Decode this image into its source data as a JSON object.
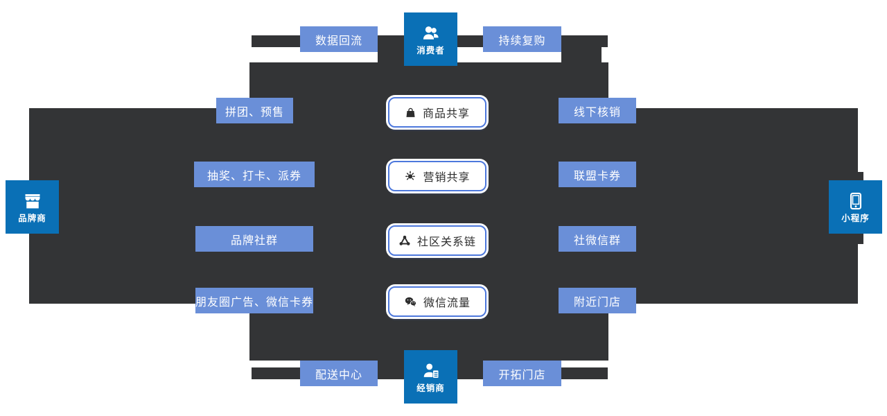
{
  "colors": {
    "node_blue": "#0a70b6",
    "label_blue": "#6a8fd8",
    "connector_dark": "#333436",
    "box_border_blue": "#4d78dc",
    "box_text": "#2d2d2d"
  },
  "nodes": {
    "top": {
      "label": "消费者",
      "icon": "consumers-icon"
    },
    "left": {
      "label": "品牌商",
      "icon": "storefront-icon"
    },
    "right": {
      "label": "小程序",
      "icon": "smartphone-icon"
    },
    "bottom": {
      "label": "经销商",
      "icon": "distributor-icon"
    }
  },
  "flow_labels": {
    "top_left": "数据回流",
    "top_right": "持续复购",
    "bottom_left": "配送中心",
    "bottom_right": "开拓门店"
  },
  "left_labels": [
    "拼团、预售",
    "抽奖、打卡、派券",
    "品牌社群",
    "朋友圈广告、微信卡券"
  ],
  "right_labels": [
    "线下核销",
    "联盟卡券",
    "社微信群",
    "附近门店"
  ],
  "center_boxes": [
    {
      "label": "商品共享",
      "icon": "shopping-bag-icon"
    },
    {
      "label": "营销共享",
      "icon": "promotion-icon"
    },
    {
      "label": "社区关系链",
      "icon": "community-network-icon"
    },
    {
      "label": "微信流量",
      "icon": "wechat-icon"
    }
  ]
}
